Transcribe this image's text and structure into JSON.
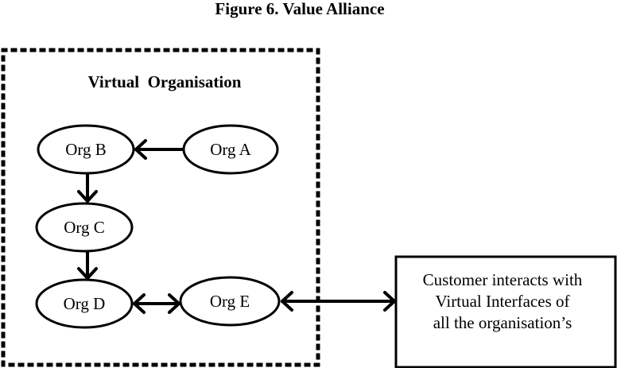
{
  "figure": {
    "title": "Figure 6. Value Alliance"
  },
  "group": {
    "title": "Virtual  Organisation"
  },
  "nodes": [
    {
      "id": "org-a",
      "label": "Org A"
    },
    {
      "id": "org-b",
      "label": "Org B"
    },
    {
      "id": "org-c",
      "label": "Org C"
    },
    {
      "id": "org-d",
      "label": "Org D"
    },
    {
      "id": "org-e",
      "label": "Org E"
    }
  ],
  "customer_box": {
    "lines": [
      "Customer interacts with",
      "Virtual Interfaces of",
      "all the organisation’s"
    ]
  },
  "edges": [
    {
      "from": "Org A",
      "to": "Org B",
      "direction": "one-way"
    },
    {
      "from": "Org B",
      "to": "Org C",
      "direction": "one-way"
    },
    {
      "from": "Org C",
      "to": "Org D",
      "direction": "one-way"
    },
    {
      "from": "Org D",
      "to": "Org E",
      "direction": "two-way"
    },
    {
      "from": "Org E",
      "to": "Customer interacts with Virtual Interfaces of all the organisation’s",
      "direction": "two-way"
    }
  ],
  "colors": {
    "stroke": "#000000",
    "background": "#ffffff"
  }
}
